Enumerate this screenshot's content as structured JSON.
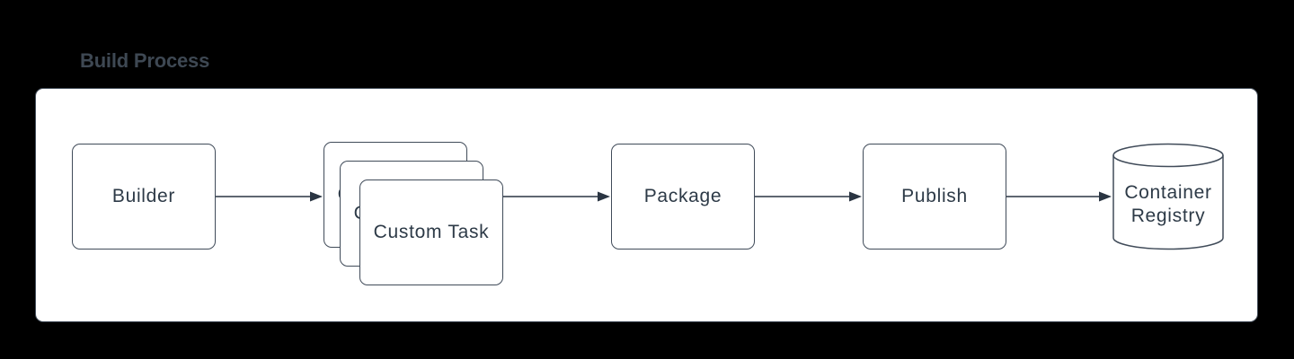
{
  "title": "Build Process",
  "diagram": {
    "nodes": [
      {
        "id": "builder",
        "label": "Builder",
        "shape": "rounded-rect"
      },
      {
        "id": "custom-task",
        "label": "Custom Task",
        "shape": "stacked-rounded-rect",
        "stack_count": 3
      },
      {
        "id": "package",
        "label": "Package",
        "shape": "rounded-rect"
      },
      {
        "id": "publish",
        "label": "Publish",
        "shape": "rounded-rect"
      },
      {
        "id": "container-registry",
        "label": "Container Registry",
        "shape": "cylinder"
      }
    ],
    "connectors": [
      {
        "from": "builder",
        "to": "custom-task"
      },
      {
        "from": "custom-task",
        "to": "package"
      },
      {
        "from": "package",
        "to": "publish"
      },
      {
        "from": "publish",
        "to": "container-registry"
      }
    ]
  },
  "colors": {
    "background": "#000000",
    "panel_fill": "#ffffff",
    "panel_border": "#454f5b",
    "node_fill": "#ffffff",
    "node_border": "#404b59",
    "node_text": "#2d3a47",
    "title_text": "#3e4853",
    "connector": "#2a3542"
  }
}
